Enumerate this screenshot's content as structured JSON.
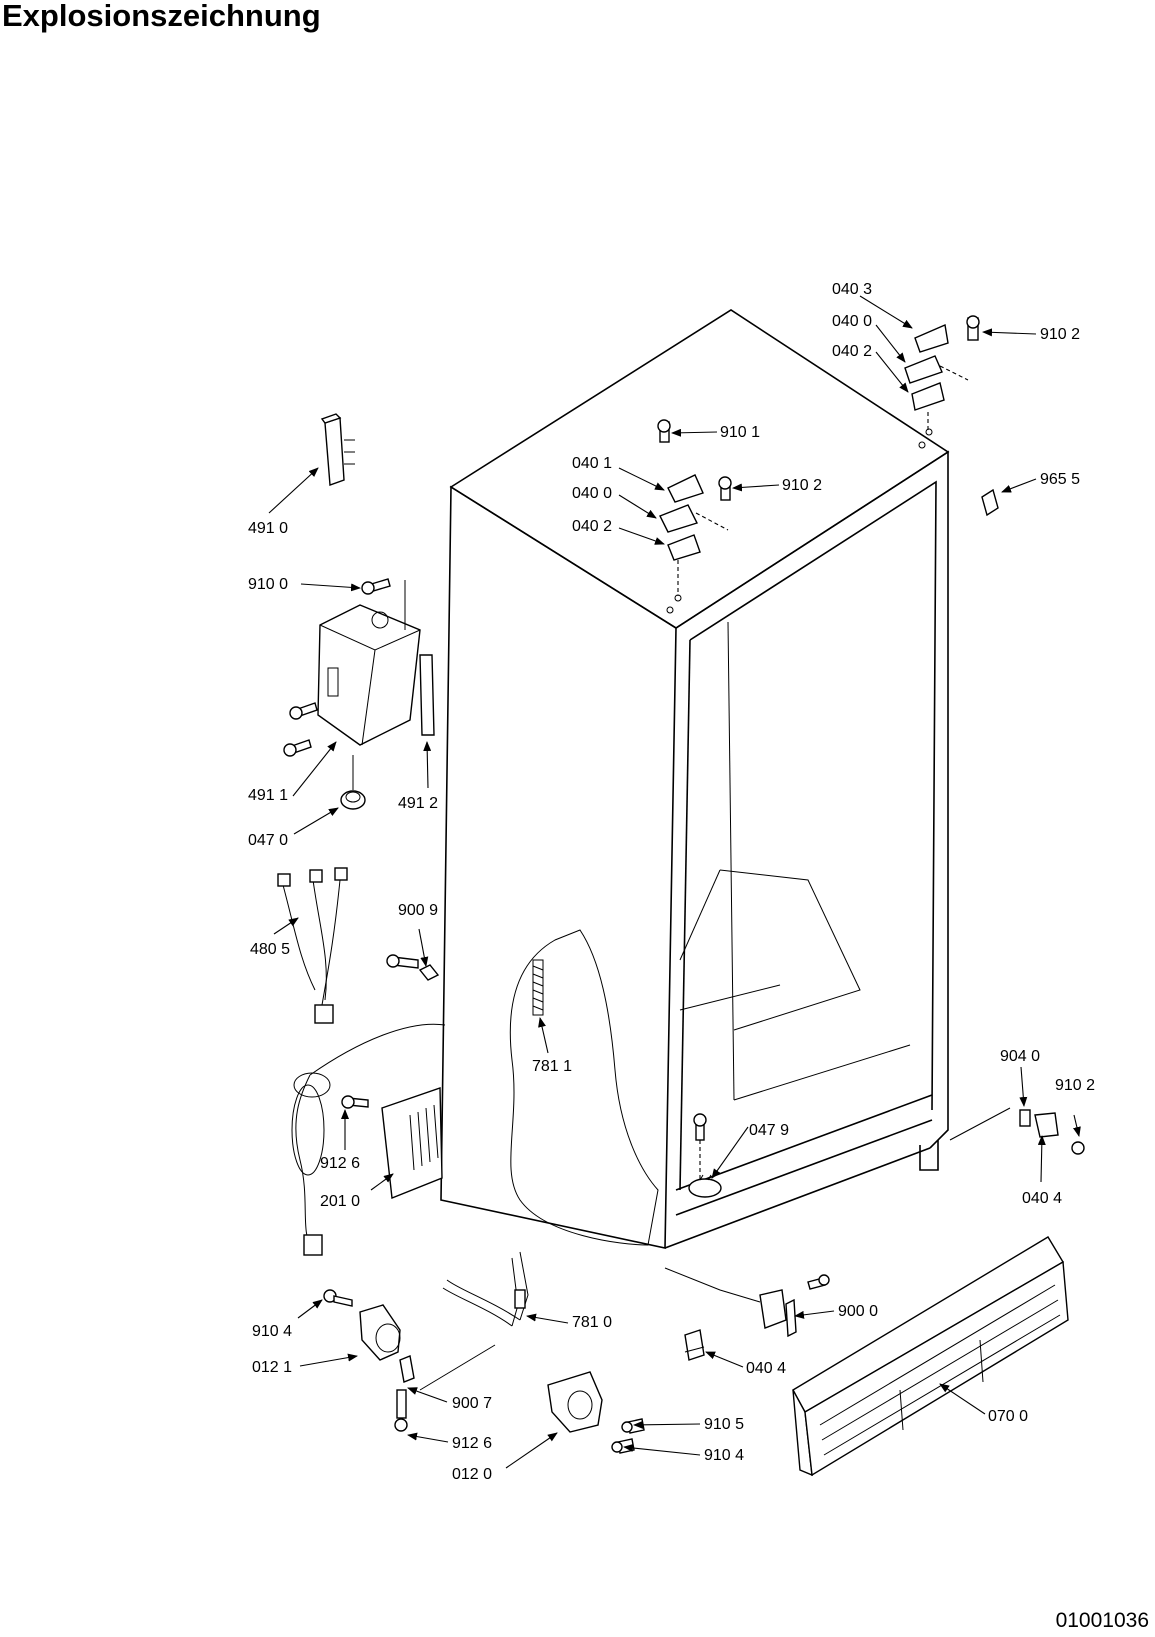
{
  "header": {
    "title": "Explosionszeichnung"
  },
  "footer": {
    "doc_number": "01001036"
  },
  "parts": {
    "p0403_r": "040 3",
    "p0400_r": "040 0",
    "p0402_r": "040 2",
    "p9102_r": "910 2",
    "p9101": "910 1",
    "p0401": "040 1",
    "p0400_c": "040 0",
    "p9102_c": "910 2",
    "p0402_c": "040 2",
    "p9655": "965 5",
    "p4910": "491 0",
    "p9100": "910 0",
    "p4911": "491 1",
    "p4912": "491 2",
    "p0470": "047 0",
    "p4805": "480 5",
    "p9009": "900 9",
    "p7811": "781 1",
    "p9040": "904 0",
    "p9102_b": "910 2",
    "p0479": "047 9",
    "p9126_a": "912 6",
    "p2010": "201 0",
    "p0404_r": "040 4",
    "p9104_a": "910 4",
    "p7810": "781 0",
    "p9000": "900 0",
    "p0121": "012 1",
    "p0404_b": "040 4",
    "p9007": "900 7",
    "p9105": "910 5",
    "p0700": "070 0",
    "p9126_b": "912 6",
    "p9104_b": "910 4",
    "p0120": "012 0"
  }
}
